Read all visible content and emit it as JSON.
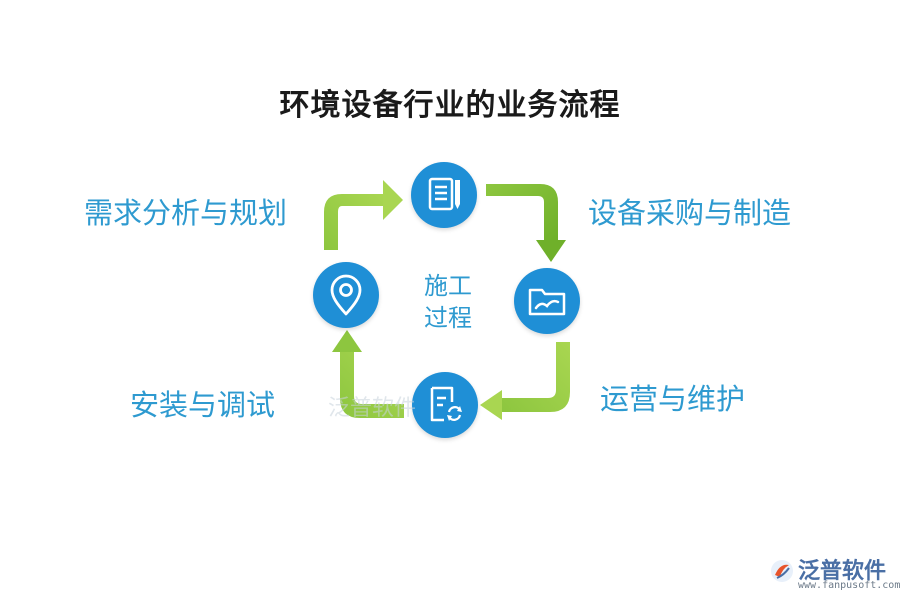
{
  "title": "环境设备行业的业务流程",
  "center_label": [
    "施工",
    "过程"
  ],
  "steps": [
    {
      "label": "需求分析与规划",
      "icon": "location-pin-icon"
    },
    {
      "label": "设备采购与制造",
      "icon": "document-pencil-icon"
    },
    {
      "label": "运营与维护",
      "icon": "folder-icon"
    },
    {
      "label": "安装与调试",
      "icon": "document-refresh-icon"
    }
  ],
  "colors": {
    "accent_blue": "#1f8fd6",
    "text_blue": "#2e9ad0",
    "arrow_green": "#8dc63f"
  },
  "watermark": "泛普软件",
  "logo": {
    "name": "泛普软件",
    "url": "www.fanpusoft.com"
  }
}
